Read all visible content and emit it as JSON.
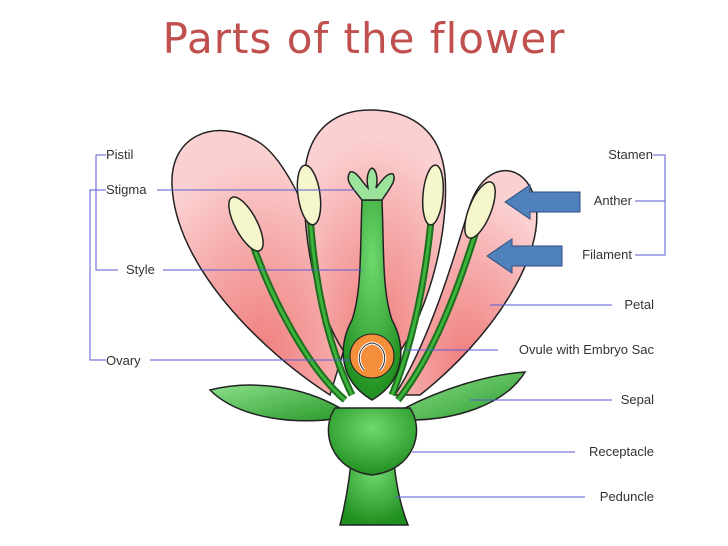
{
  "title": "Parts of the flower",
  "colors": {
    "title": "#c0504d",
    "petal": "#f4a3a3",
    "petal_light": "#fde2e2",
    "stem": "#2e9a2e",
    "stem_dark": "#1f6e1f",
    "anther": "#f6f6cc",
    "ovule": "#f58f3b",
    "line": "#5a5ad6",
    "arrow": "#4f81bd"
  },
  "labels": {
    "pistil": "Pistil",
    "stigma": "Stigma",
    "style": "Style",
    "ovary": "Ovary",
    "stamen": "Stamen",
    "anther": "Anther",
    "filament": "Filament",
    "petal": "Petal",
    "ovule": "Ovule with Embryo Sac",
    "sepal": "Sepal",
    "receptacle": "Receptacle",
    "peduncle": "Peduncle"
  }
}
